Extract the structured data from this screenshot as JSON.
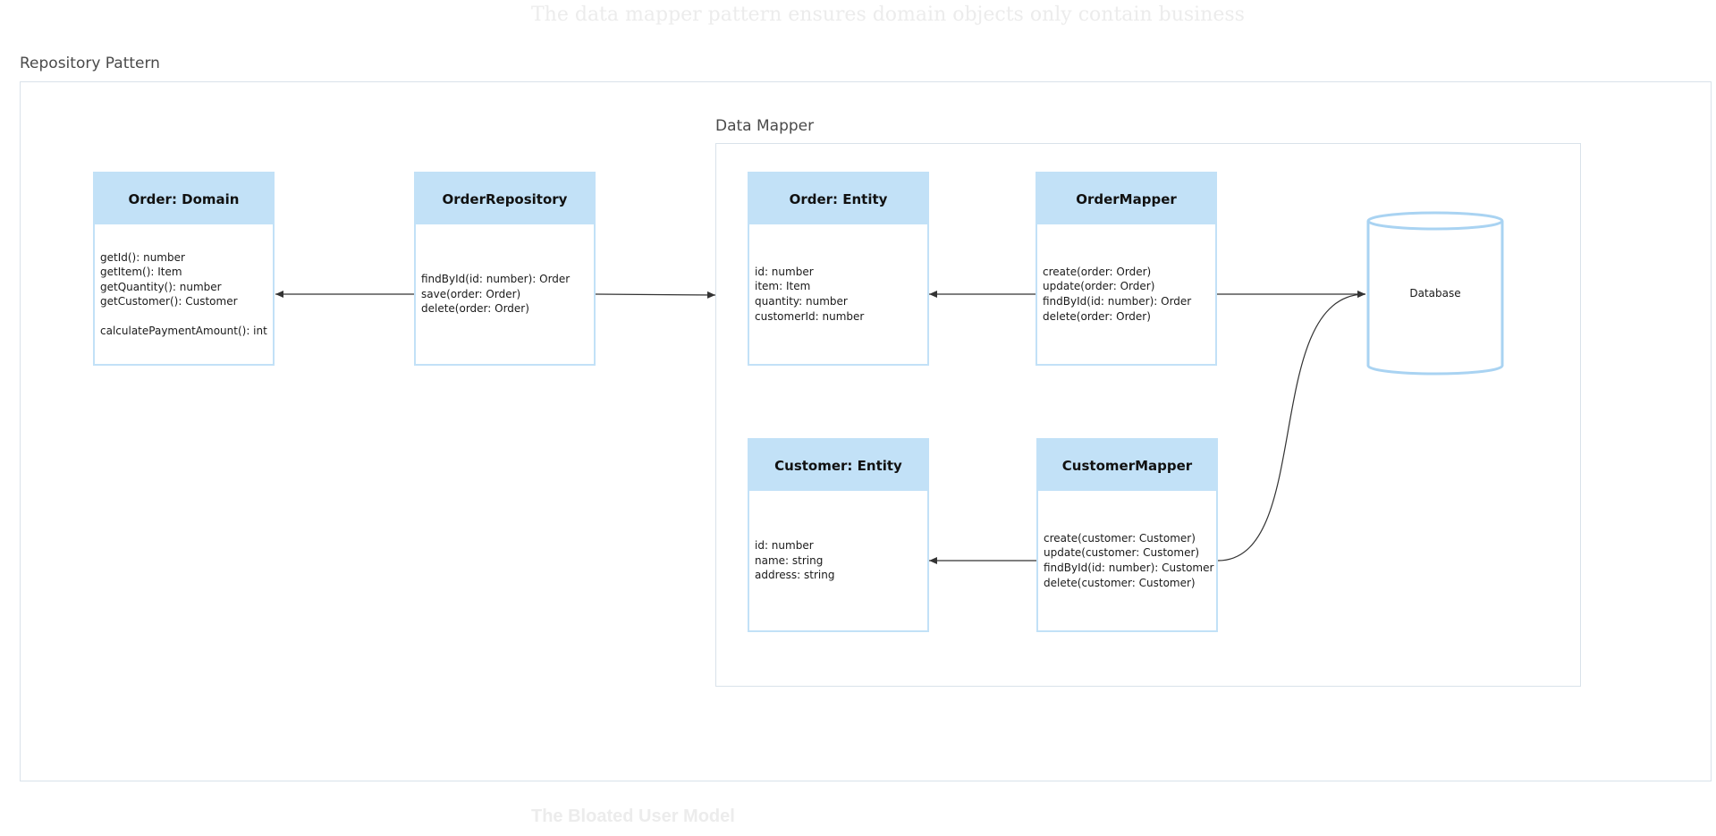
{
  "background_text": {
    "top": "The data mapper pattern ensures domain objects only contain business",
    "bottom": "The Bloated User Model"
  },
  "frames": {
    "repository": {
      "label": "Repository Pattern"
    },
    "data_mapper": {
      "label": "Data Mapper"
    }
  },
  "classes": {
    "order_domain": {
      "title": "Order: Domain",
      "members": [
        "getId(): number",
        "getItem(): Item",
        "getQuantity(): number",
        "getCustomer(): Customer",
        "calculatePaymentAmount(): int"
      ]
    },
    "order_repository": {
      "title": "OrderRepository",
      "members": [
        "findById(id: number): Order",
        "save(order: Order)",
        "delete(order: Order)"
      ]
    },
    "order_entity": {
      "title": "Order: Entity",
      "members": [
        "id: number",
        "item: Item",
        "quantity: number",
        "customerId: number"
      ]
    },
    "order_mapper": {
      "title": "OrderMapper",
      "members": [
        "create(order: Order)",
        "update(order: Order)",
        "findById(id: number): Order",
        "delete(order: Order)"
      ]
    },
    "customer_entity": {
      "title": "Customer: Entity",
      "members": [
        "id: number",
        "name: string",
        "address: string"
      ]
    },
    "customer_mapper": {
      "title": "CustomerMapper",
      "members": [
        "create(customer: Customer)",
        "update(customer: Customer)",
        "findById(id: number): Customer",
        "delete(customer: Customer)"
      ]
    }
  },
  "database": {
    "label": "Database"
  },
  "colors": {
    "header_fill": "#c2e1f7",
    "box_border": "#c2e1f7",
    "frame_border": "#d9e2ea",
    "arrow": "#333333",
    "database_stroke": "#a9d3f2"
  }
}
